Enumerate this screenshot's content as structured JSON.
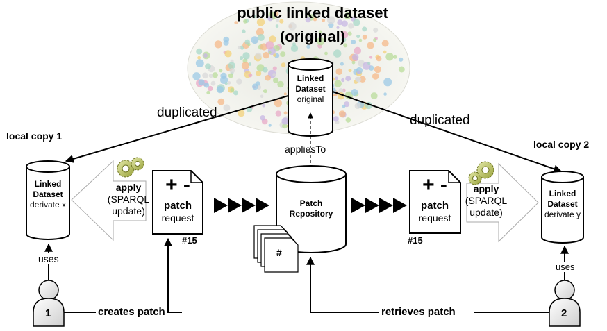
{
  "title": {
    "line1": "public linked dataset",
    "line2": "(original)"
  },
  "original_dataset": {
    "line1": "Linked",
    "line2": "Dataset",
    "line3": "original"
  },
  "edge_labels": {
    "duplicated_left": "duplicated",
    "duplicated_right": "duplicated",
    "applies_to": "appliesTo",
    "uses_left": "uses",
    "uses_right": "uses",
    "creates_patch": "creates patch",
    "retrieves_patch": "retrieves patch"
  },
  "local_copy_1": {
    "title": "local copy 1",
    "line1": "Linked",
    "line2": "Dataset",
    "line3": "derivate x"
  },
  "local_copy_2": {
    "title": "local copy 2",
    "line1": "Linked",
    "line2": "Dataset",
    "line3": "derivate y"
  },
  "apply_left": {
    "line1": "apply",
    "line2": "(SPARQL",
    "line3": "update)"
  },
  "apply_right": {
    "line1": "apply",
    "line2": "(SPARQL",
    "line3": "update)"
  },
  "patch_left": {
    "symbol": "+ -",
    "line1": "patch",
    "line2": "request",
    "number": "#15"
  },
  "patch_right": {
    "symbol": "+ -",
    "line1": "patch",
    "line2": "request",
    "number": "#15"
  },
  "repository": {
    "line1": "Patch",
    "line2": "Repository",
    "doc_symbol": "#"
  },
  "users": {
    "left": "1",
    "right": "2"
  }
}
